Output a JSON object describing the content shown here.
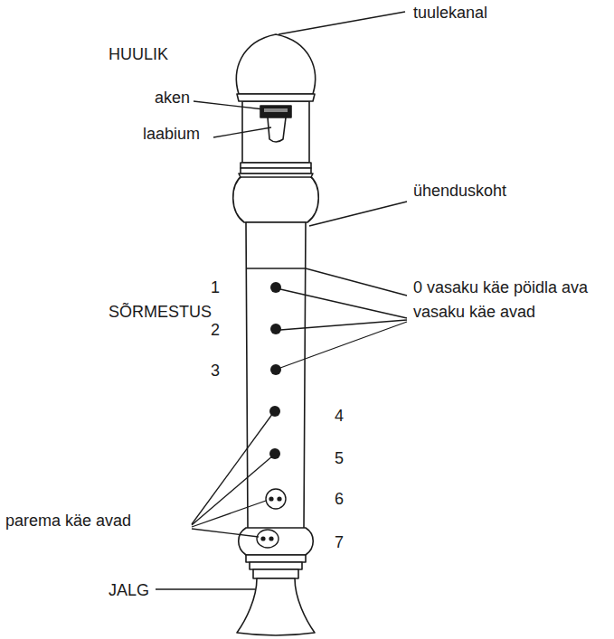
{
  "diagram": {
    "labels": [
      "tuulekanal",
      "HUULIK",
      "aken",
      "laabium",
      "ühenduskoht",
      "1",
      "0 vasaku käe pöidla ava",
      "SÕRMESTUS",
      "vasaku käe avad",
      "2",
      "3",
      "4",
      "5",
      "parema käe avad",
      "6",
      "7",
      "JALG"
    ]
  }
}
